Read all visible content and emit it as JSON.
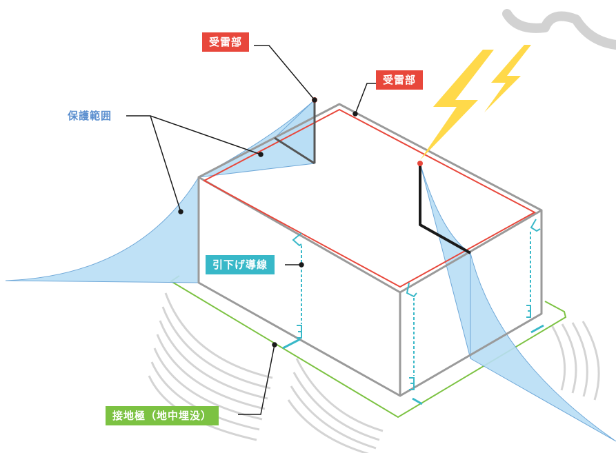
{
  "colors": {
    "receptor": "#e8473b",
    "protection": "#5b8fcf",
    "downconductor": "#38b8c8",
    "ground": "#7cc242",
    "building_edge": "#9a9a9a",
    "protection_fill": "#b8def5",
    "bolt": "#ffd94a",
    "cloud": "#d2d2d2"
  },
  "labels": {
    "receptor_top": "受雷部",
    "receptor_roof": "受雷部",
    "protection_zone": "保護範囲",
    "down_conductor": "引下げ導線",
    "ground_electrode": "接地極（地中埋没）"
  },
  "icons": {
    "cloud": "storm-cloud-icon",
    "lightning": "lightning-bolt-icon"
  }
}
